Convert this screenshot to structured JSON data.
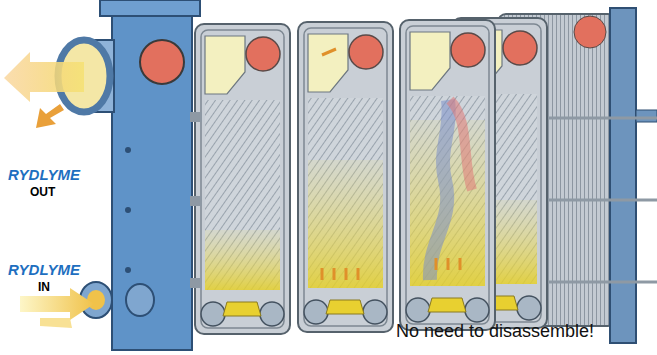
{
  "diagram": {
    "labels": [
      "RYDLYME",
      "OUT",
      "RYDLYME",
      "IN",
      "No need to disassemble!"
    ]
  }
}
